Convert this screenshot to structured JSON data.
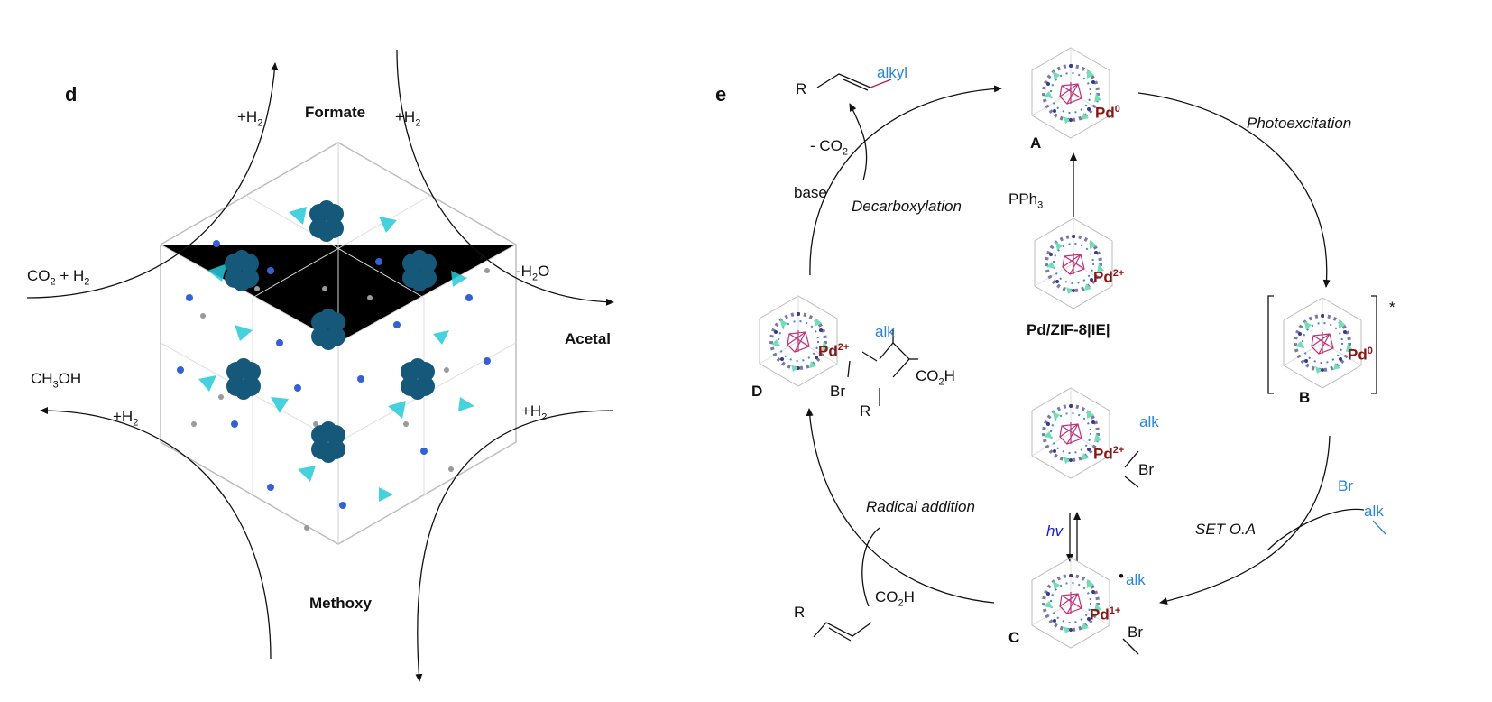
{
  "panel_d": {
    "letter": "d",
    "formate": "Formate",
    "acetal": "Acetal",
    "methoxy": "Methoxy",
    "co2_h2": "CO",
    "co2_h2_sub": "2",
    "co2_h2_rest": " + H",
    "co2_h2_sub2": "2",
    "h2_a": "+H",
    "h2_b": "+H",
    "h2_c": "+H",
    "h2_d": "+H",
    "sub2": "2",
    "minus_h2o": "-H",
    "minus_h2o_sub": "2",
    "minus_h2o_rest": "O",
    "ch3oh": "CH",
    "ch3oh_sub": "3",
    "ch3oh_rest": "OH"
  },
  "panel_e": {
    "letter": "e",
    "photoexcitation": "Photoexcitation",
    "decarboxylation": "Decarboxylation",
    "radical_addition": "Radical addition",
    "set_oa": "SET O.A",
    "base": "base",
    "minus_co2": "- CO",
    "co2_sub": "2",
    "pph3": "PPh",
    "pph3_sub": "3",
    "center_label": "Pd/ZIF-8|IE|",
    "A": "A",
    "B": "B",
    "C": "C",
    "D": "D",
    "pd0": "Pd",
    "pd0_sup": "0",
    "pd2": "Pd",
    "pd2_sup": "2+",
    "pd1": "Pd",
    "pd1_sup": "1+",
    "alkyl": "alkyl",
    "alk": "alk",
    "br": "Br",
    "r": "R",
    "co2h": "CO",
    "co2h_sub": "2",
    "co2h_rest": "H",
    "hv": "hv",
    "star": "*",
    "dot": "•"
  }
}
